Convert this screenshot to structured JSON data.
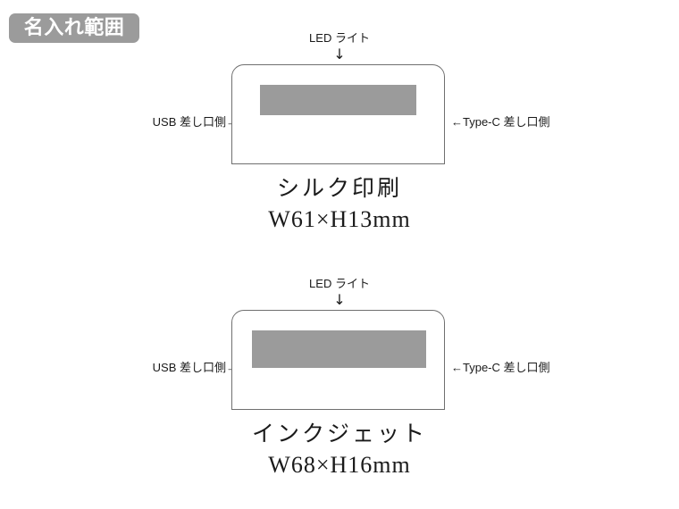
{
  "badge": {
    "label": "名入れ範囲",
    "background_color": "#9b9b9b",
    "text_color": "#ffffff"
  },
  "colors": {
    "print_area_gray": "#9b9b9b",
    "device_outline": "#6f6f6f",
    "text": "#1a1a1a",
    "background": "#ffffff"
  },
  "diagrams": [
    {
      "id": "silk",
      "top_caption": "LED ライト",
      "top_arrow": "↓",
      "left_label": "USB 差し口側→",
      "right_label": "←Type-C 差し口側",
      "method": "シルク印刷",
      "size": "W61×H13mm",
      "print_width_mm": 61,
      "print_height_mm": 13
    },
    {
      "id": "inkjet",
      "top_caption": "LED ライト",
      "top_arrow": "↓",
      "left_label": "USB 差し口側→",
      "right_label": "←Type-C 差し口側",
      "method": "インクジェット",
      "size": "W68×H16mm",
      "print_width_mm": 68,
      "print_height_mm": 16
    }
  ]
}
